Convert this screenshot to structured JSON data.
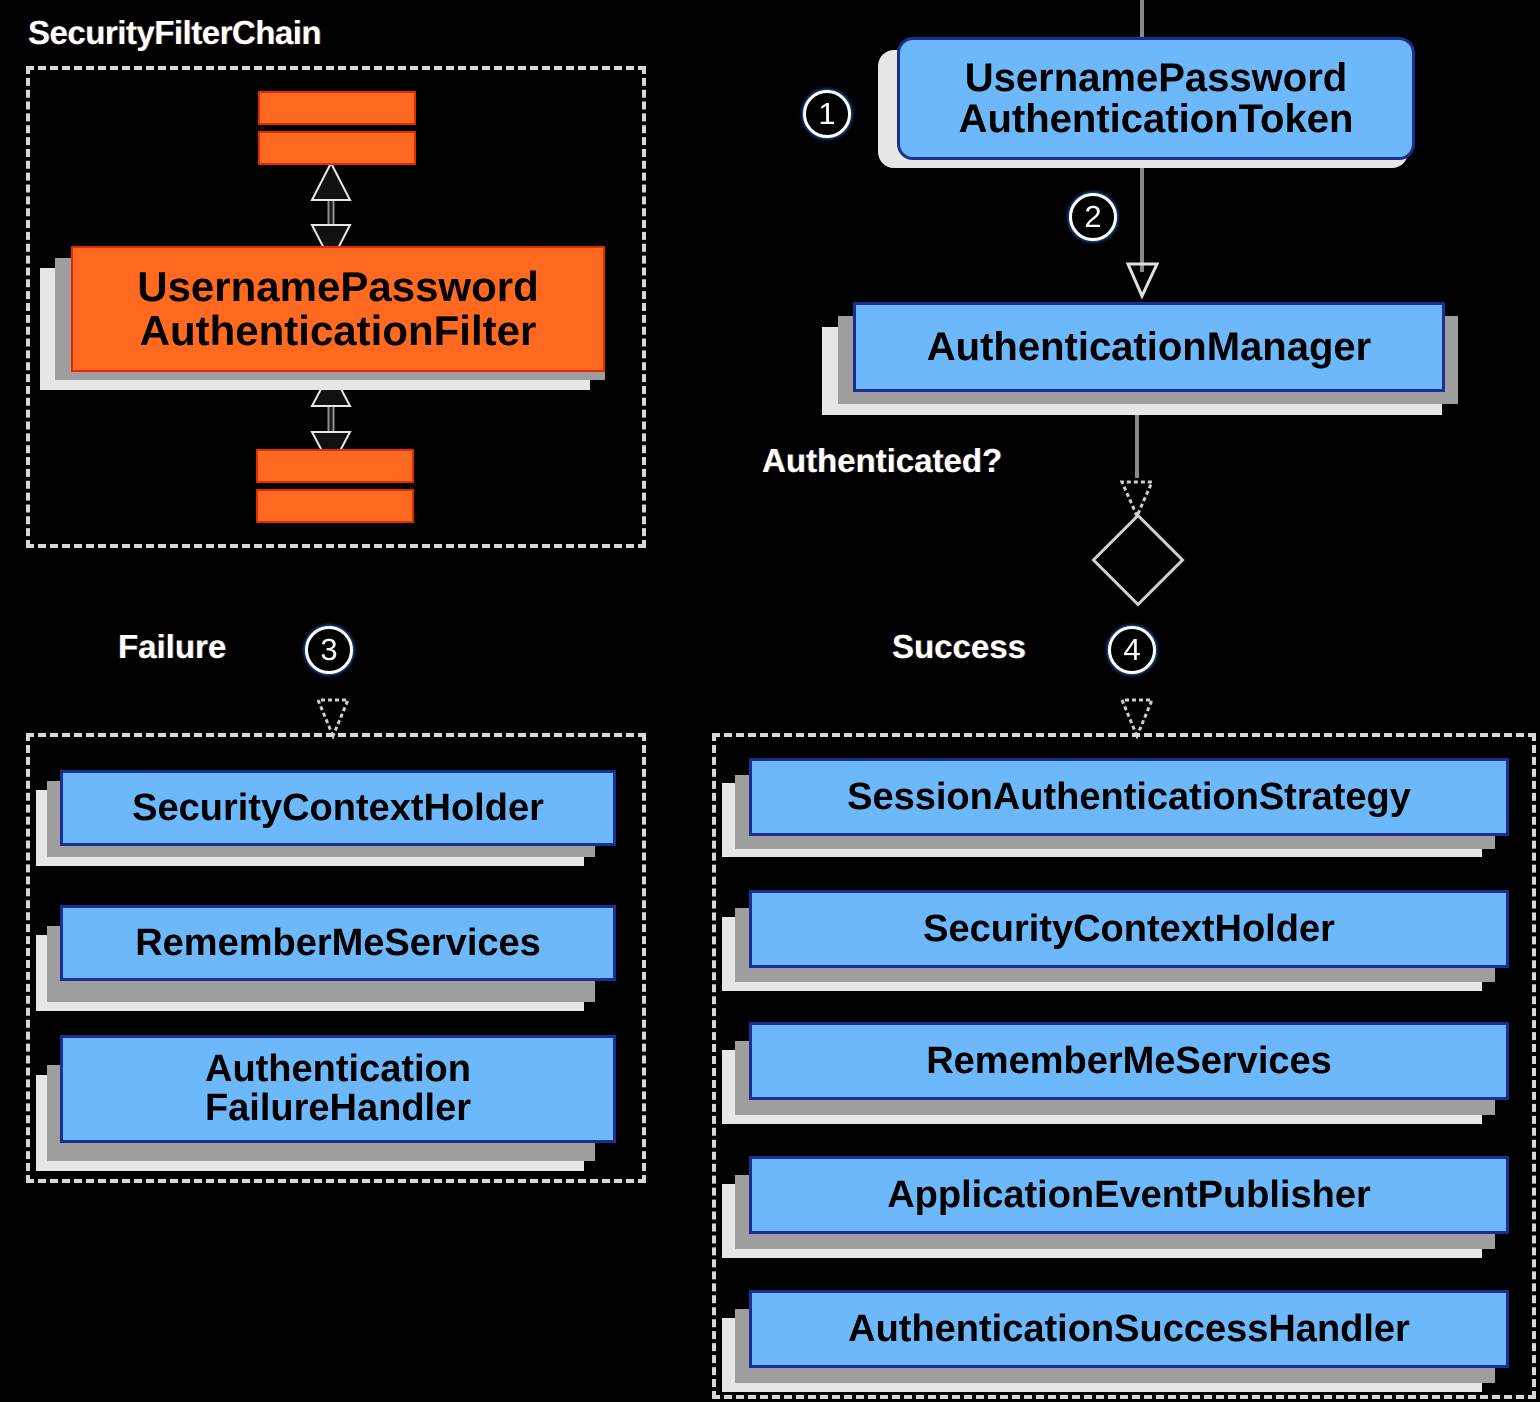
{
  "diagram": {
    "title": "Spring Security UsernamePasswordAuthenticationFilter flow",
    "background_color": "#000000",
    "colors": {
      "blue_node_fill": "#6cb8fb",
      "blue_node_border": "#1b2f91",
      "orange_node_fill": "#ff6a20",
      "orange_node_border": "#e02b00",
      "shadow_dark": "#9e9e9e",
      "shadow_light": "#e6e6e6",
      "group_border": "#d8d8d8",
      "label_text": "#ffffff"
    }
  },
  "groups": {
    "filter_chain": {
      "title": "SecurityFilterChain",
      "nodes": {
        "filter": "UsernamePassword\nAuthenticationFilter",
        "bars_above": 2,
        "bars_below": 2
      }
    },
    "failure_group": {
      "items": [
        {
          "label": "SecurityContextHolder"
        },
        {
          "label": "RememberMeServices"
        },
        {
          "label": "Authentication\nFailureHandler"
        }
      ]
    },
    "success_group": {
      "items": [
        {
          "label": "SessionAuthenticationStrategy"
        },
        {
          "label": "SecurityContextHolder"
        },
        {
          "label": "RememberMeServices"
        },
        {
          "label": "ApplicationEventPublisher"
        },
        {
          "label": "AuthenticationSuccessHandler"
        }
      ]
    }
  },
  "flow": {
    "token_node": "UsernamePassword\nAuthenticationToken",
    "manager_node": "AuthenticationManager",
    "decision_label": "Authenticated?",
    "failure_label": "Failure",
    "success_label": "Success",
    "steps": {
      "one": "1",
      "two": "2",
      "three": "3",
      "four": "4"
    }
  }
}
